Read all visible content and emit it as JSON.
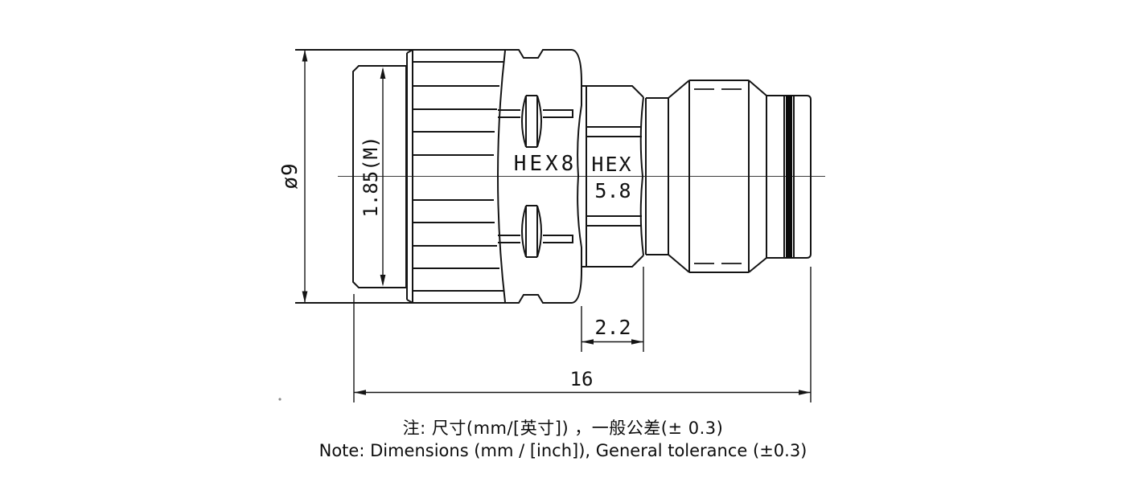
{
  "page": {
    "background": "#ffffff",
    "line_color": "#141414"
  },
  "drawing": {
    "labels": {
      "diameter": "ø9",
      "interface": "1.85(M)",
      "hex_front": "HEX8",
      "hex_rear_top": "HEX",
      "hex_rear_bottom": "5.8",
      "rear_hex_length": "2.2",
      "overall_length": "16"
    },
    "notes": {
      "zh": "注: 尺寸(mm/[英寸]) ，一般公差(± 0.3)",
      "en": "Note: Dimensions (mm / [inch]), General tolerance (±0.3)"
    }
  }
}
